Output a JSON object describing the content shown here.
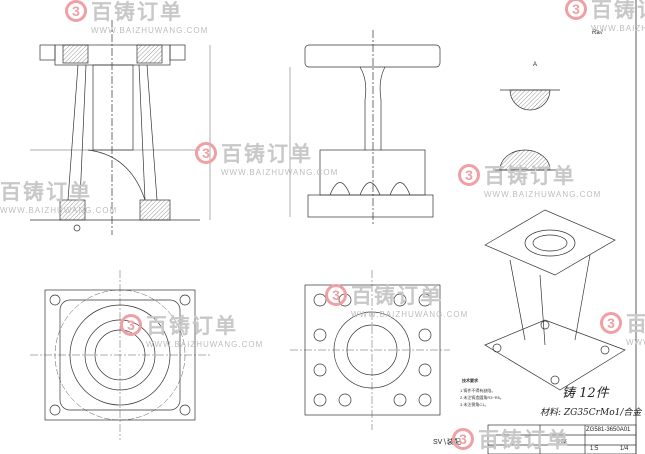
{
  "watermark": {
    "brand": "百铸订单",
    "logo_glyph": "3",
    "url": "WWW.BAIZHUWANG.COM"
  },
  "drawing": {
    "roughness_mark": "Ra√",
    "notes_title": "技术要求",
    "notes": [
      "1.铸件不得有缺陷。",
      "2.未注铸造圆角R3~R5。",
      "3.未注倒角C1。"
    ],
    "handwritten_1": "铸 12件",
    "handwritten_2": "材料: ZG35CrMo1/合金",
    "section_mark": "A",
    "title_block": {
      "drawing_no": "ZG581-3650A01",
      "name": "支座",
      "scale": "1:5",
      "sheet": "1/4"
    },
    "bottom_left_mark": "SV∖装配"
  },
  "colors": {
    "line": "#333333",
    "hatch": "#555555",
    "watermark_red": "#f0a0a4",
    "watermark_gray": "#c8c8c8"
  }
}
